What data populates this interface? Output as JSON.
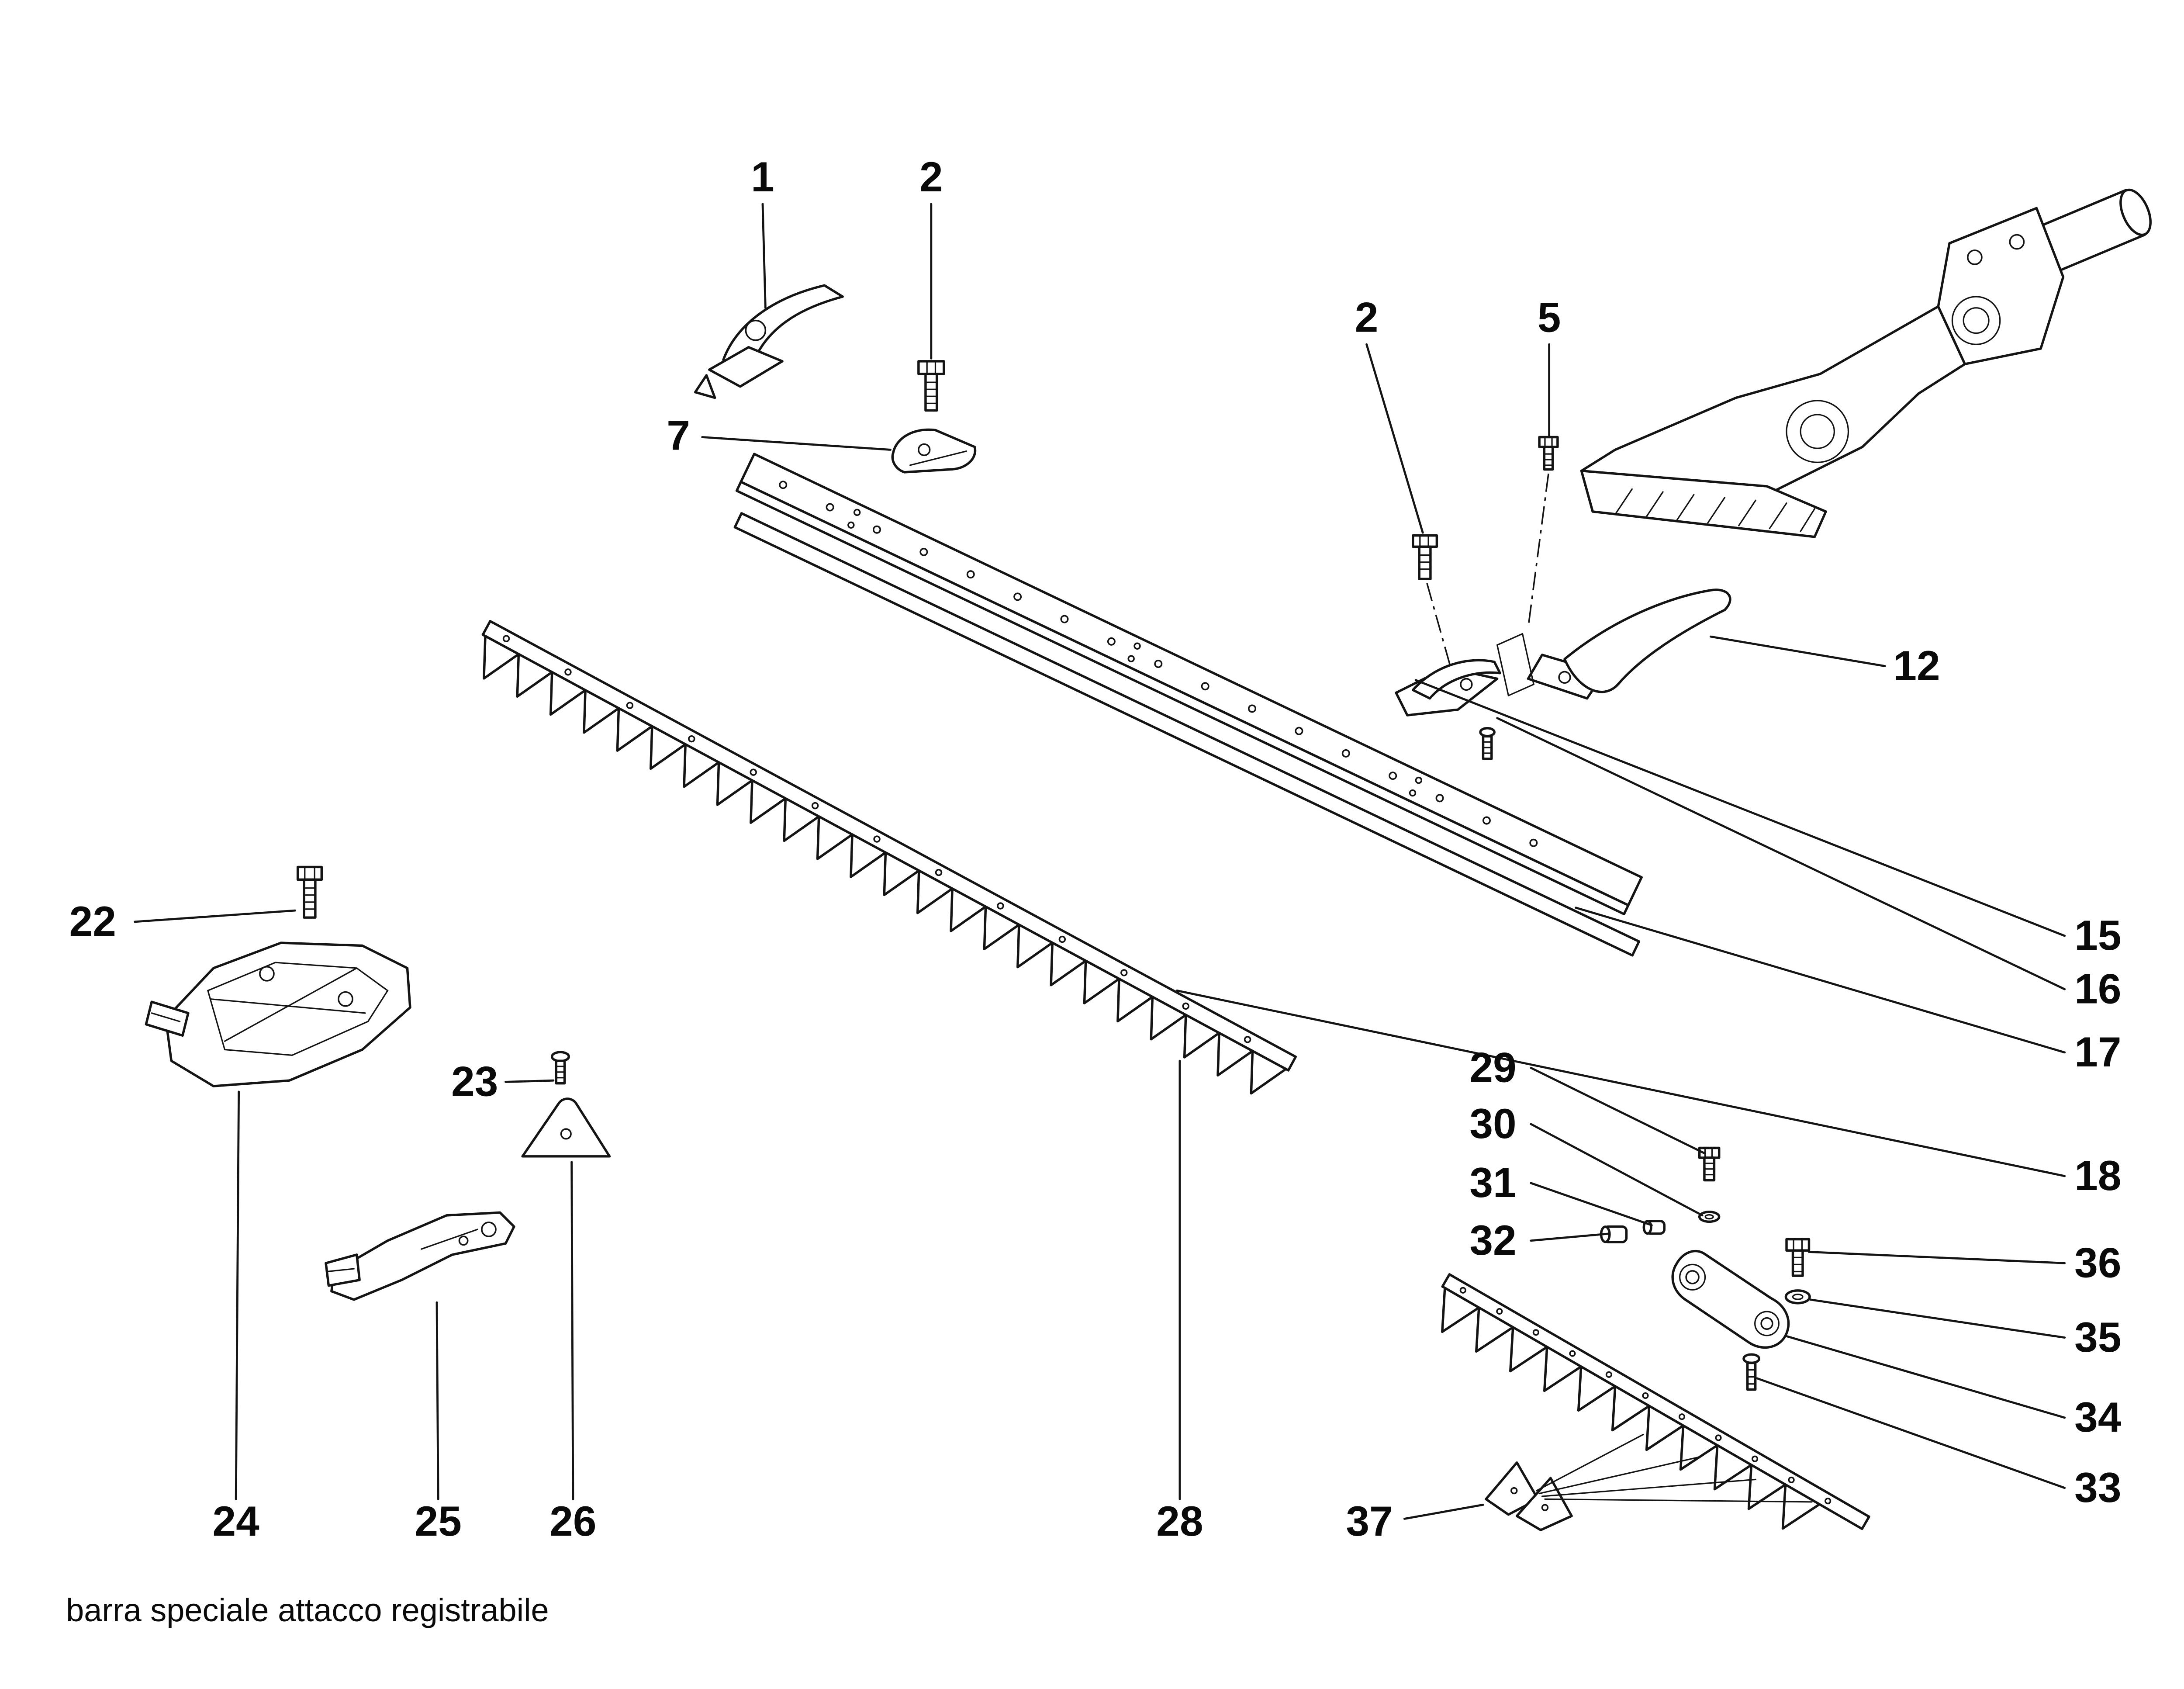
{
  "figure": {
    "caption": "barra speciale attacco registrabile",
    "ink_color": "#141414",
    "background_color": "#ffffff"
  },
  "callouts": [
    {
      "part": "1"
    },
    {
      "part": "2"
    },
    {
      "part": "7"
    },
    {
      "part": "2"
    },
    {
      "part": "5"
    },
    {
      "part": "12"
    },
    {
      "part": "15"
    },
    {
      "part": "16"
    },
    {
      "part": "17"
    },
    {
      "part": "18"
    },
    {
      "part": "22"
    },
    {
      "part": "23"
    },
    {
      "part": "24"
    },
    {
      "part": "25"
    },
    {
      "part": "26"
    },
    {
      "part": "28"
    },
    {
      "part": "37"
    },
    {
      "part": "29"
    },
    {
      "part": "30"
    },
    {
      "part": "31"
    },
    {
      "part": "32"
    },
    {
      "part": "36"
    },
    {
      "part": "35"
    },
    {
      "part": "34"
    },
    {
      "part": "33"
    }
  ]
}
